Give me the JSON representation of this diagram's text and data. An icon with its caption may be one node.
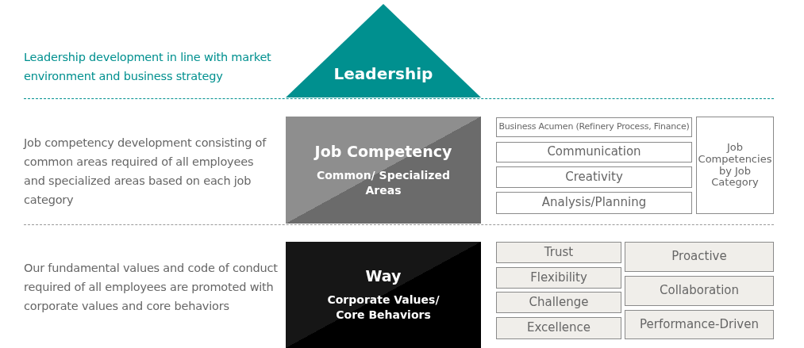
{
  "diagram": {
    "nodes": [
      {
        "text": [
          "Leadership"
        ]
      },
      {
        "text": [
          "Job Competency",
          "Common/ Specialized Areas"
        ]
      },
      {
        "text": [
          "Business Acumen (Refinery Process, Finance)"
        ]
      },
      {
        "text": [
          "Communication"
        ]
      },
      {
        "text": [
          "Creativity"
        ]
      },
      {
        "text": [
          "Analysis/Planning"
        ]
      },
      {
        "text": [
          "Job Competencies by Job Category"
        ]
      },
      {
        "text": [
          "Way",
          "Corporate Values/ Core Behaviors"
        ]
      },
      {
        "text": [
          "Trust"
        ]
      },
      {
        "text": [
          "Flexibility"
        ]
      },
      {
        "text": [
          "Challenge"
        ]
      },
      {
        "text": [
          "Excellence"
        ]
      },
      {
        "text": [
          "Proactive"
        ]
      },
      {
        "text": [
          "Collaboration"
        ]
      },
      {
        "text": [
          "Performance-Driven"
        ]
      }
    ],
    "labels": [
      "Leadership development in line with market environment and business strategy",
      "Job competency development consisting of common areas required of all employees and specialized areas based on each job category",
      "Our fundamental values and code of conduct required of all employees are promoted with corporate values and core behaviors"
    ]
  }
}
